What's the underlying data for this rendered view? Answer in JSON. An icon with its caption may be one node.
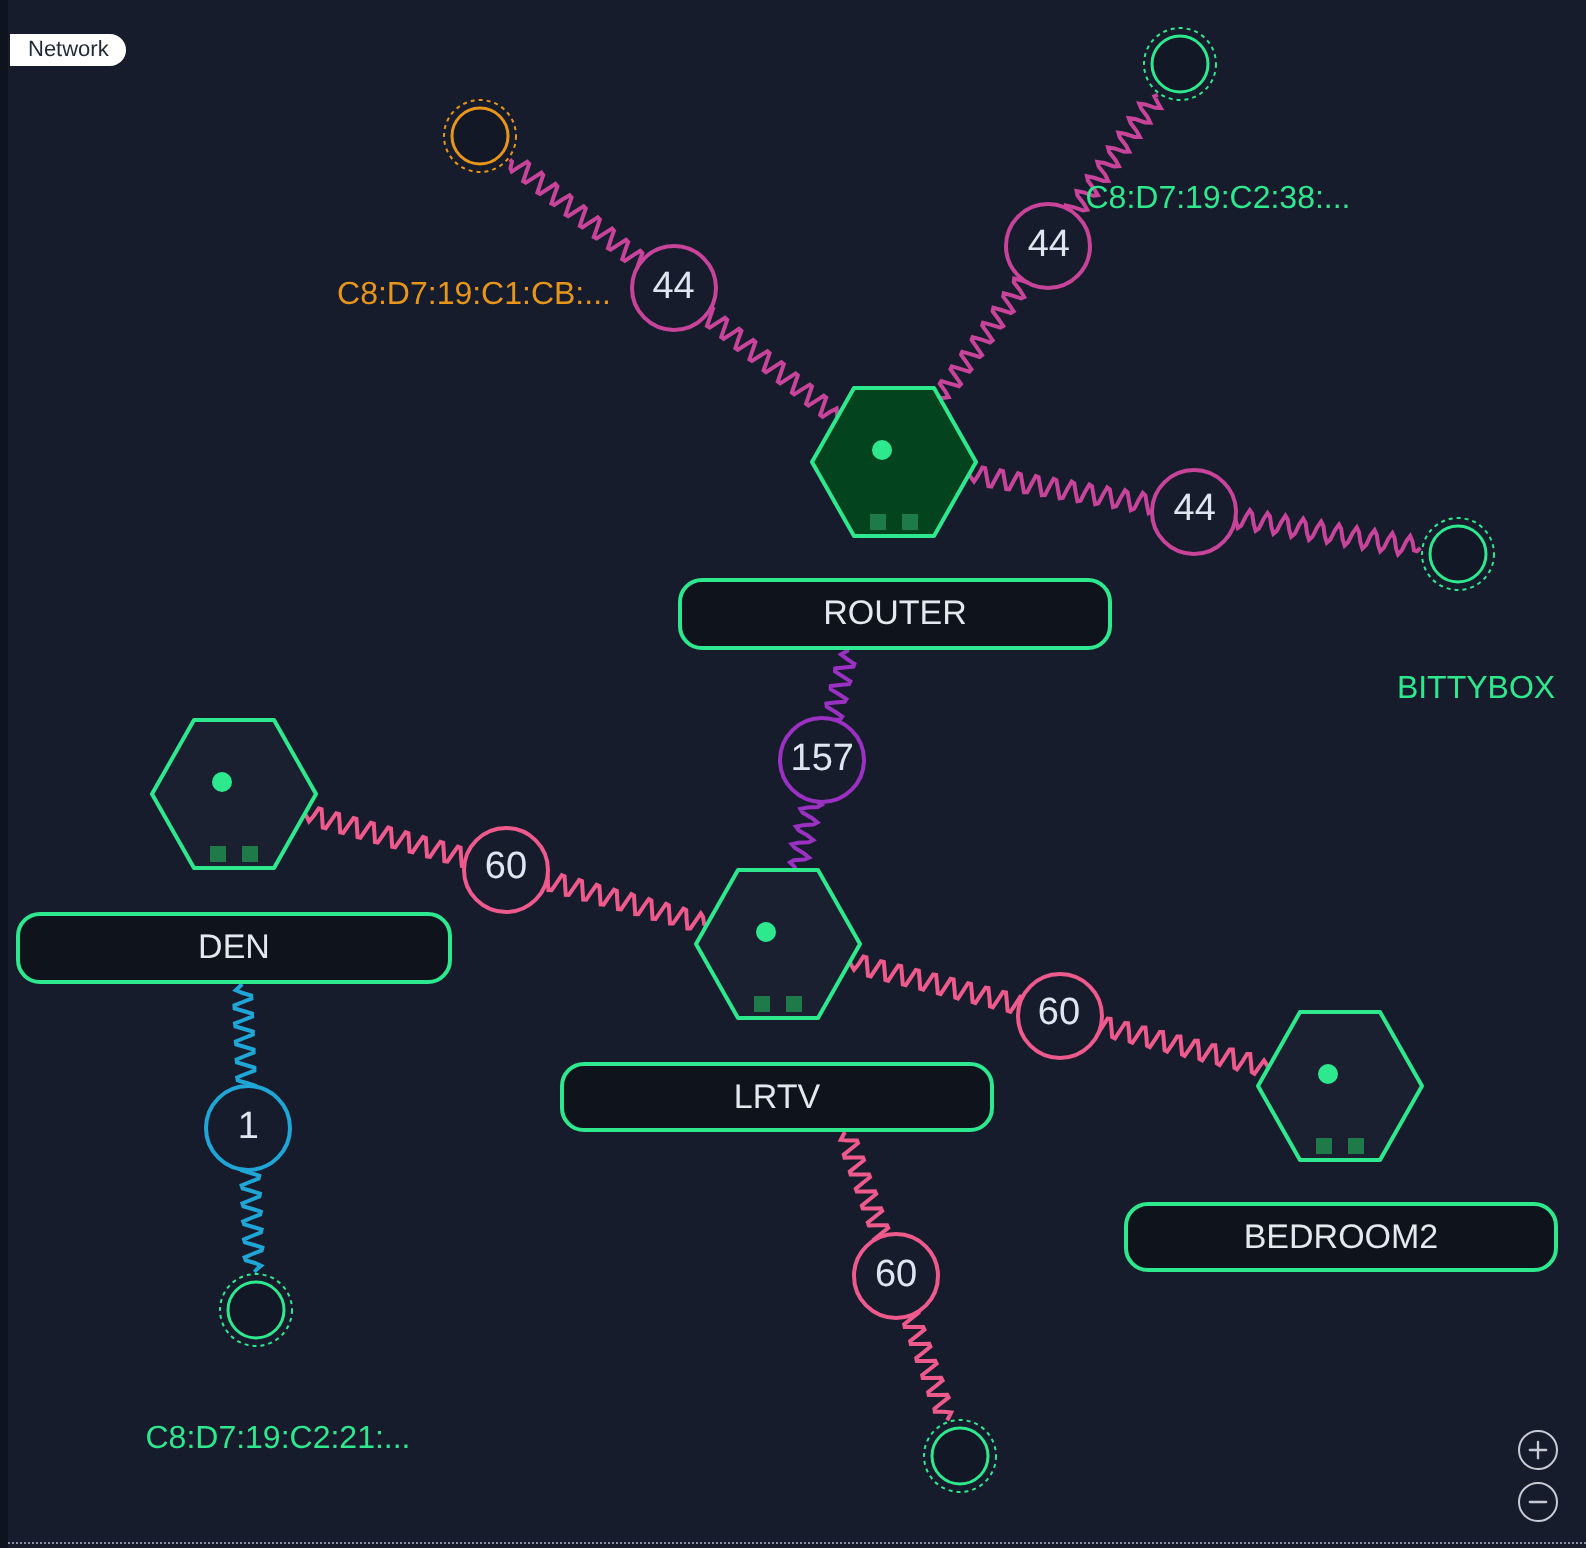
{
  "diagram": {
    "nodes": [
      {
        "text": [],
        "shape": "circle",
        "beside": [
          "C8:D7:19:C1:CB:..."
        ]
      },
      {
        "text": [],
        "shape": "circle",
        "beside": [
          "C8:D7:19:C2:38:..."
        ]
      },
      {
        "text": [
          "ROUTER"
        ]
      },
      {
        "text": [],
        "shape": "circle",
        "beside": [
          "BITTYBOX"
        ]
      },
      {
        "text": [
          "DEN"
        ]
      },
      {
        "text": [
          "LRTV"
        ]
      },
      {
        "text": [
          "BEDROOM2"
        ]
      },
      {
        "text": [],
        "shape": "circle",
        "beside": [
          "C8:D7:19:C2:21:..."
        ]
      },
      {
        "text": [],
        "shape": "circle"
      }
    ],
    "edges": [
      {
        "from": 2,
        "to": 0,
        "arrow": "none",
        "label": "44",
        "color": "#c8449a"
      },
      {
        "from": 2,
        "to": 1,
        "arrow": "none",
        "label": "44",
        "color": "#c8449a"
      },
      {
        "from": 2,
        "to": 3,
        "arrow": "none",
        "label": "44",
        "color": "#c8449a"
      },
      {
        "from": 2,
        "to": 5,
        "arrow": "none",
        "label": "157",
        "color": "#9b31c2"
      },
      {
        "from": 4,
        "to": 5,
        "arrow": "none",
        "label": "60"
      },
      {
        "from": 5,
        "to": 6,
        "arrow": "none",
        "label": "60"
      },
      {
        "from": 5,
        "to": 8,
        "arrow": "none",
        "label": "60"
      },
      {
        "from": 4,
        "to": 7,
        "arrow": "none",
        "label": "1",
        "color": "#1fa6d6"
      }
    ],
    "labels": [
      "Network"
    ]
  }
}
